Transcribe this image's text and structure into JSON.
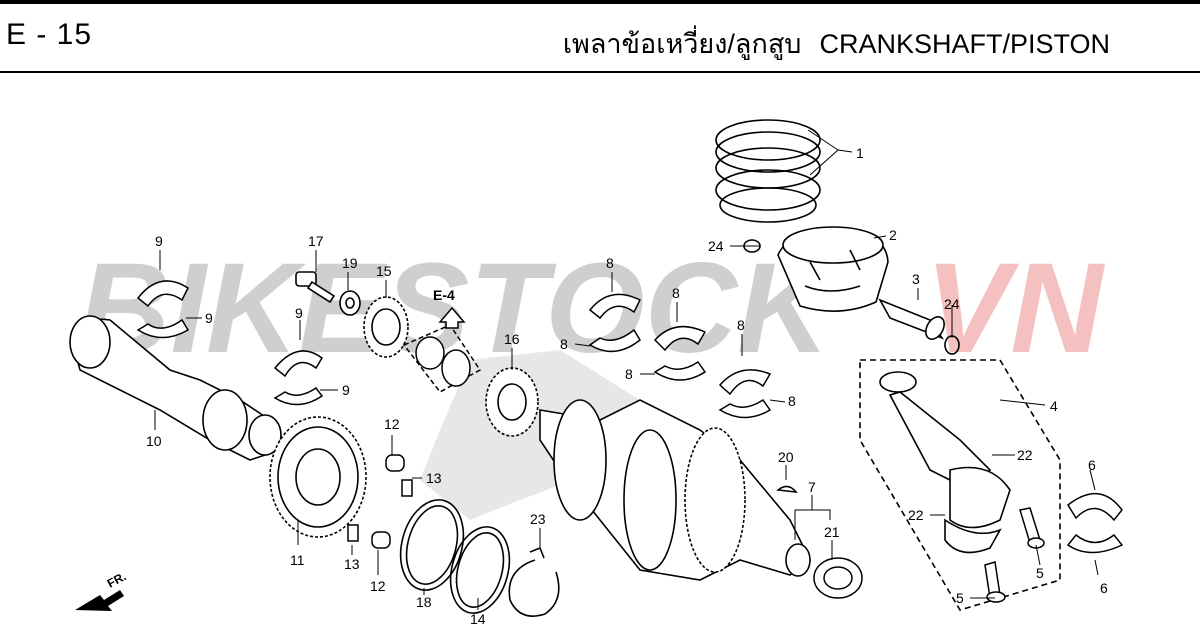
{
  "header": {
    "page_code": "E - 15",
    "title_thai": "เพลาข้อเหวี่ยง/ลูกสูบ",
    "title_en": "CRANKSHAFT/PISTON"
  },
  "watermark": {
    "part1": "BIKESTOCK",
    "part2": "VN",
    "color1": "#c8c8c8",
    "color2": "#f2b8b8"
  },
  "reference": {
    "label": "E-4"
  },
  "direction": {
    "label": "FR."
  },
  "callouts": [
    "1",
    "2",
    "3",
    "4",
    "5",
    "5",
    "6",
    "6",
    "7",
    "8",
    "8",
    "8",
    "8",
    "8",
    "8",
    "9",
    "9",
    "9",
    "9",
    "10",
    "11",
    "12",
    "12",
    "13",
    "13",
    "14",
    "15",
    "16",
    "17",
    "18",
    "19",
    "20",
    "21",
    "22",
    "22",
    "23",
    "24",
    "24"
  ]
}
